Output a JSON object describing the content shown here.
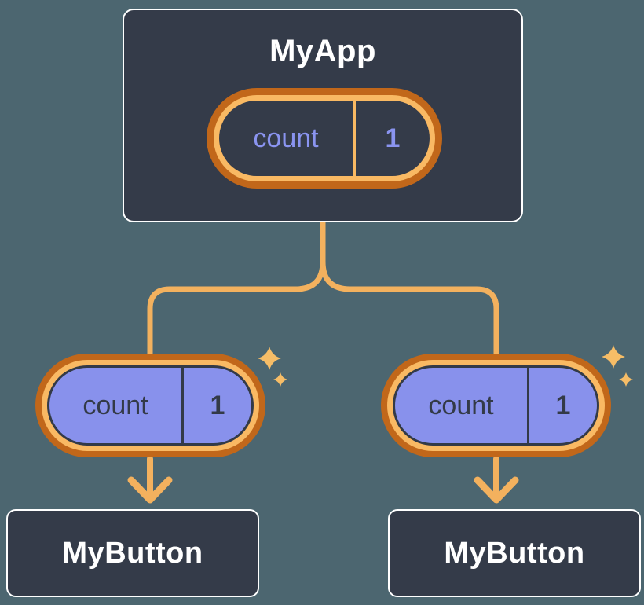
{
  "colors": {
    "background": "#4C6670",
    "node_fill": "#343B49",
    "node_border": "#FFFFFF",
    "orange_dark": "#C1671A",
    "orange_light": "#F9B963",
    "connector": "#F3B15E",
    "sparkle": "#F6BD67",
    "periwinkle_fill": "#8891EC",
    "periwinkle_text": "#8A94F0",
    "dark_text": "#333A47"
  },
  "tree": {
    "root": {
      "title": "MyApp",
      "pill": {
        "label": "count",
        "value": "1"
      }
    },
    "children": [
      {
        "title": "MyButton",
        "pill": {
          "label": "count",
          "value": "1"
        }
      },
      {
        "title": "MyButton",
        "pill": {
          "label": "count",
          "value": "1"
        }
      }
    ]
  }
}
